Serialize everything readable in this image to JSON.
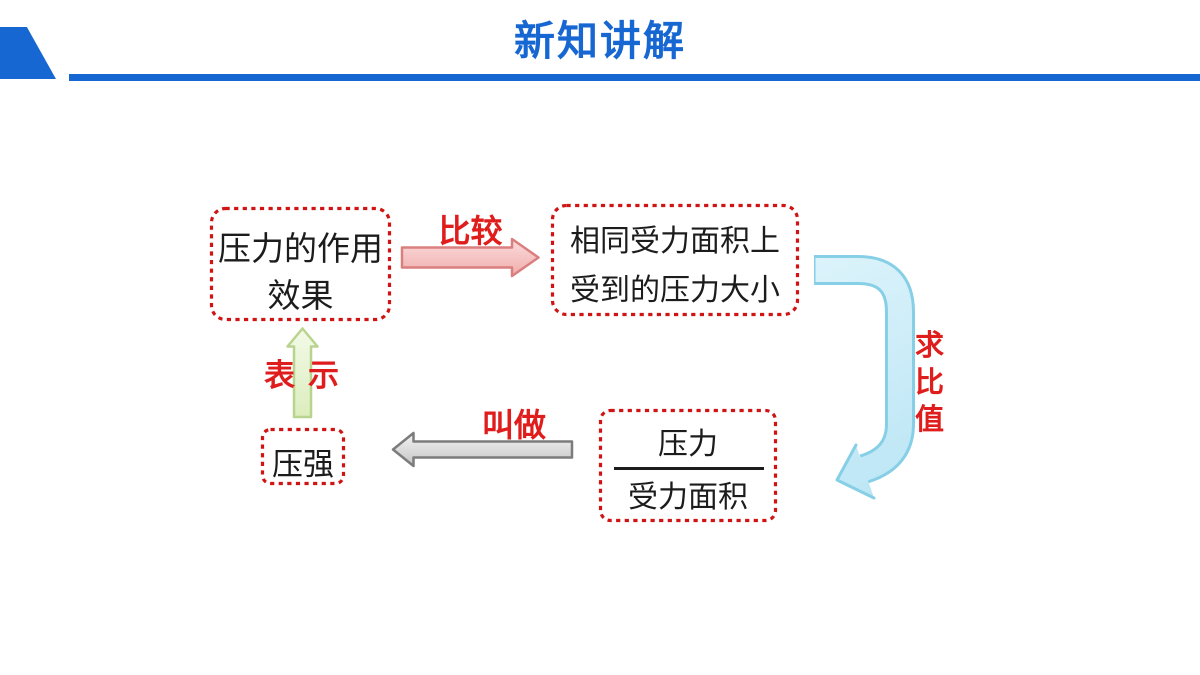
{
  "header": {
    "title": "新知讲解"
  },
  "diagram": {
    "boxes": {
      "effect": {
        "line1": "压力的作用",
        "line2": "效果"
      },
      "same_area": {
        "line1": "相同受力面积上",
        "line2": "受到的压力大小"
      },
      "fraction": {
        "numerator": "压力",
        "denominator": "受力面积"
      },
      "pressure": {
        "label": "压强"
      }
    },
    "arrows": {
      "compare": {
        "label": "比较",
        "direction": "right",
        "style": "pink-block-arrow"
      },
      "ratio": {
        "label": "求比值",
        "direction": "down-then-left",
        "style": "blue-curved-arrow"
      },
      "called": {
        "label": "叫做",
        "direction": "left",
        "style": "gray-block-arrow"
      },
      "represent": {
        "label": "表示",
        "direction": "up",
        "style": "green-block-arrow"
      }
    },
    "colors": {
      "accent_blue": "#1767d3",
      "box_border_red": "#d01313",
      "label_red": "#e01d1d",
      "text_black": "#1c1c1c",
      "arrow_pink_fill": "#f1b2b2",
      "arrow_gray_fill": "#d9d9d9",
      "arrow_green_fill": "#e6f3cd",
      "arrow_blue_fill": "#cdecf8"
    }
  }
}
